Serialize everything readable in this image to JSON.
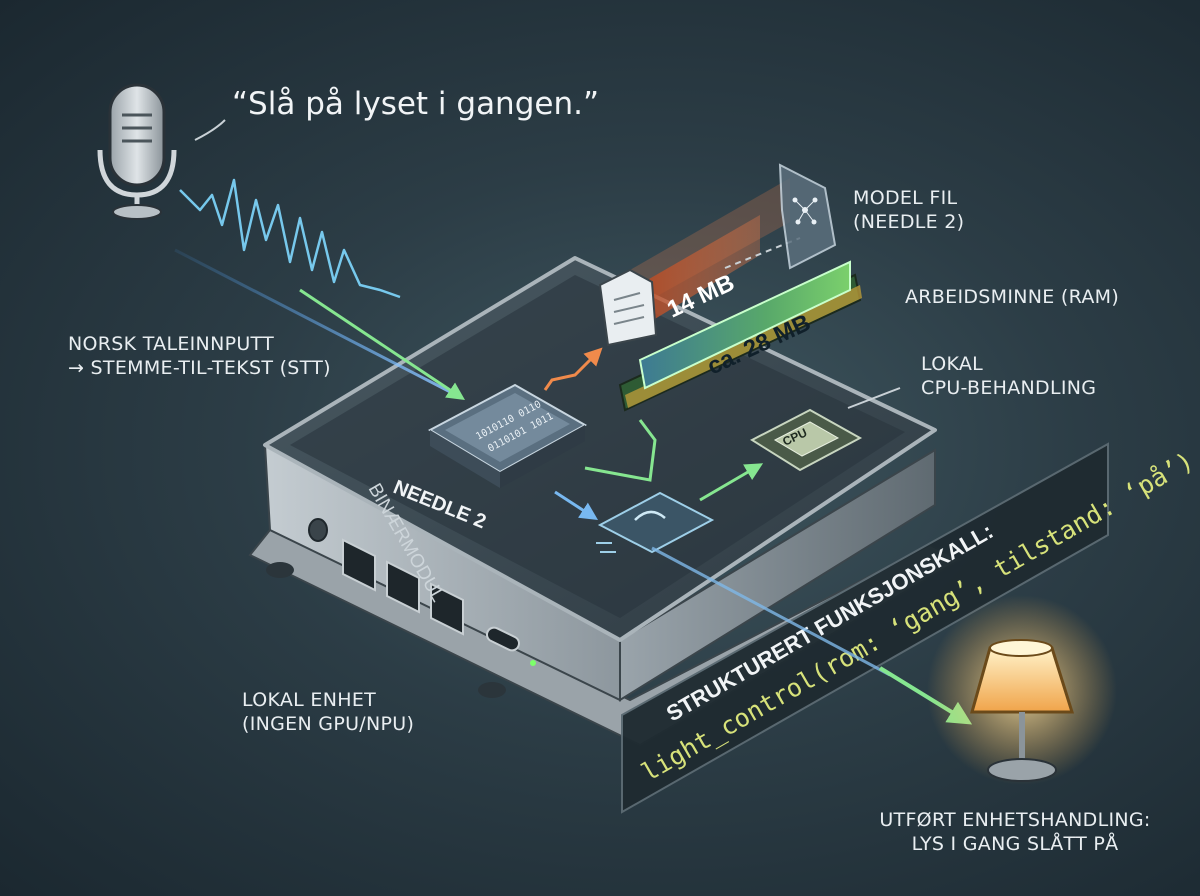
{
  "speech": {
    "quote": "“Slå på lyset i gangen.”"
  },
  "labels": {
    "input_line1": "NORSK TALEINNPUTT",
    "input_line2": "→ STEMME-TIL-TEKST (STT)",
    "model_line1": "MODEL FIL",
    "model_line2": "(NEEDLE 2)",
    "ram": "ARBEIDSMINNE (RAM)",
    "cpu_line1": "LOKAL",
    "cpu_line2": "CPU-BEHANDLING",
    "device_line1": "LOKAL ENHET",
    "device_line2": "(INGEN GPU/NPU)",
    "action_line1": "UTFØRT ENHETSHANDLING:",
    "action_line2": "LYS I GANG SLÅTT PÅ"
  },
  "badges": {
    "model_size": "14 MB",
    "ram_size": "ca. 28 MB",
    "cpu_chip": "CPU"
  },
  "module": {
    "name": "NEEDLE 2",
    "subtitle": "BINÆRMODUL"
  },
  "function_call": {
    "title": "STRUKTURERT FUNKSJONSKALL:",
    "code": "light_control(rom: ‘gang’, tilstand: ‘på’)"
  },
  "colors": {
    "background": "#2c3d46",
    "arrow_green": "#7fe08a",
    "arrow_orange": "#f08a4b",
    "ram_green": "#6fcf6a",
    "lamp_glow": "#ffd27a",
    "code_text": "#d7e27a"
  },
  "icons": [
    "microphone-icon",
    "document-icon",
    "network-icon",
    "chip-icon",
    "cpu-icon",
    "lamp-icon",
    "ethernet-port-icon"
  ]
}
